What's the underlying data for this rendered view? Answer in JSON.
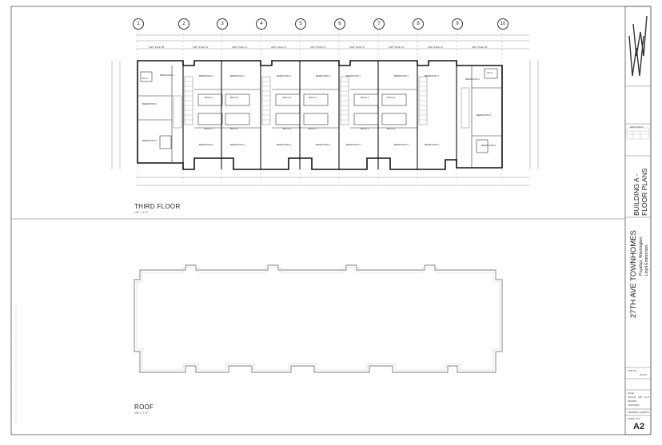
{
  "grid_lines": [
    "1",
    "2",
    "3",
    "4",
    "5",
    "6",
    "7",
    "8",
    "9",
    "10"
  ],
  "views": {
    "third_floor": {
      "title": "THIRD FLOOR",
      "scale": "1/8\" = 1'-0\""
    },
    "roof": {
      "title": "ROOF",
      "scale": "1/8\" = 1'-0\""
    }
  },
  "rooms": {
    "bedroom_1": "BEDROOM 1",
    "bedroom_2": "BEDROOM 2",
    "bedroom_3": "BEDROOM 3",
    "bath_1": "BATH 1",
    "bath_2": "BATH 2",
    "wic": "W.I.C.",
    "unit_plan_a": "UNIT PLAN 'A'",
    "unit_plan_b": "UNIT PLAN 'B'"
  },
  "title_block": {
    "sheet_title_line1": "BUILDING A -",
    "sheet_title_line2": "FLOOR PLANS",
    "project_name": "27TH AVE TOWNHOMES",
    "project_location": "Puyallup, Washington",
    "client": "Lloyd Enterprises",
    "sheet_number": "A2",
    "job_no_label": "JOB NO.",
    "job_no": "20-011",
    "drawn_label": "DRAWN",
    "checked_label": "CHECKED",
    "date_label": "DATE",
    "scale_label": "SCALE",
    "scale_value": "1/8\" = 1'-0\"",
    "sheet_no_label": "SHEET NO.",
    "revisions_label": "REVISIONS",
    "general_sheets_label": "GENERAL SHEETS"
  }
}
